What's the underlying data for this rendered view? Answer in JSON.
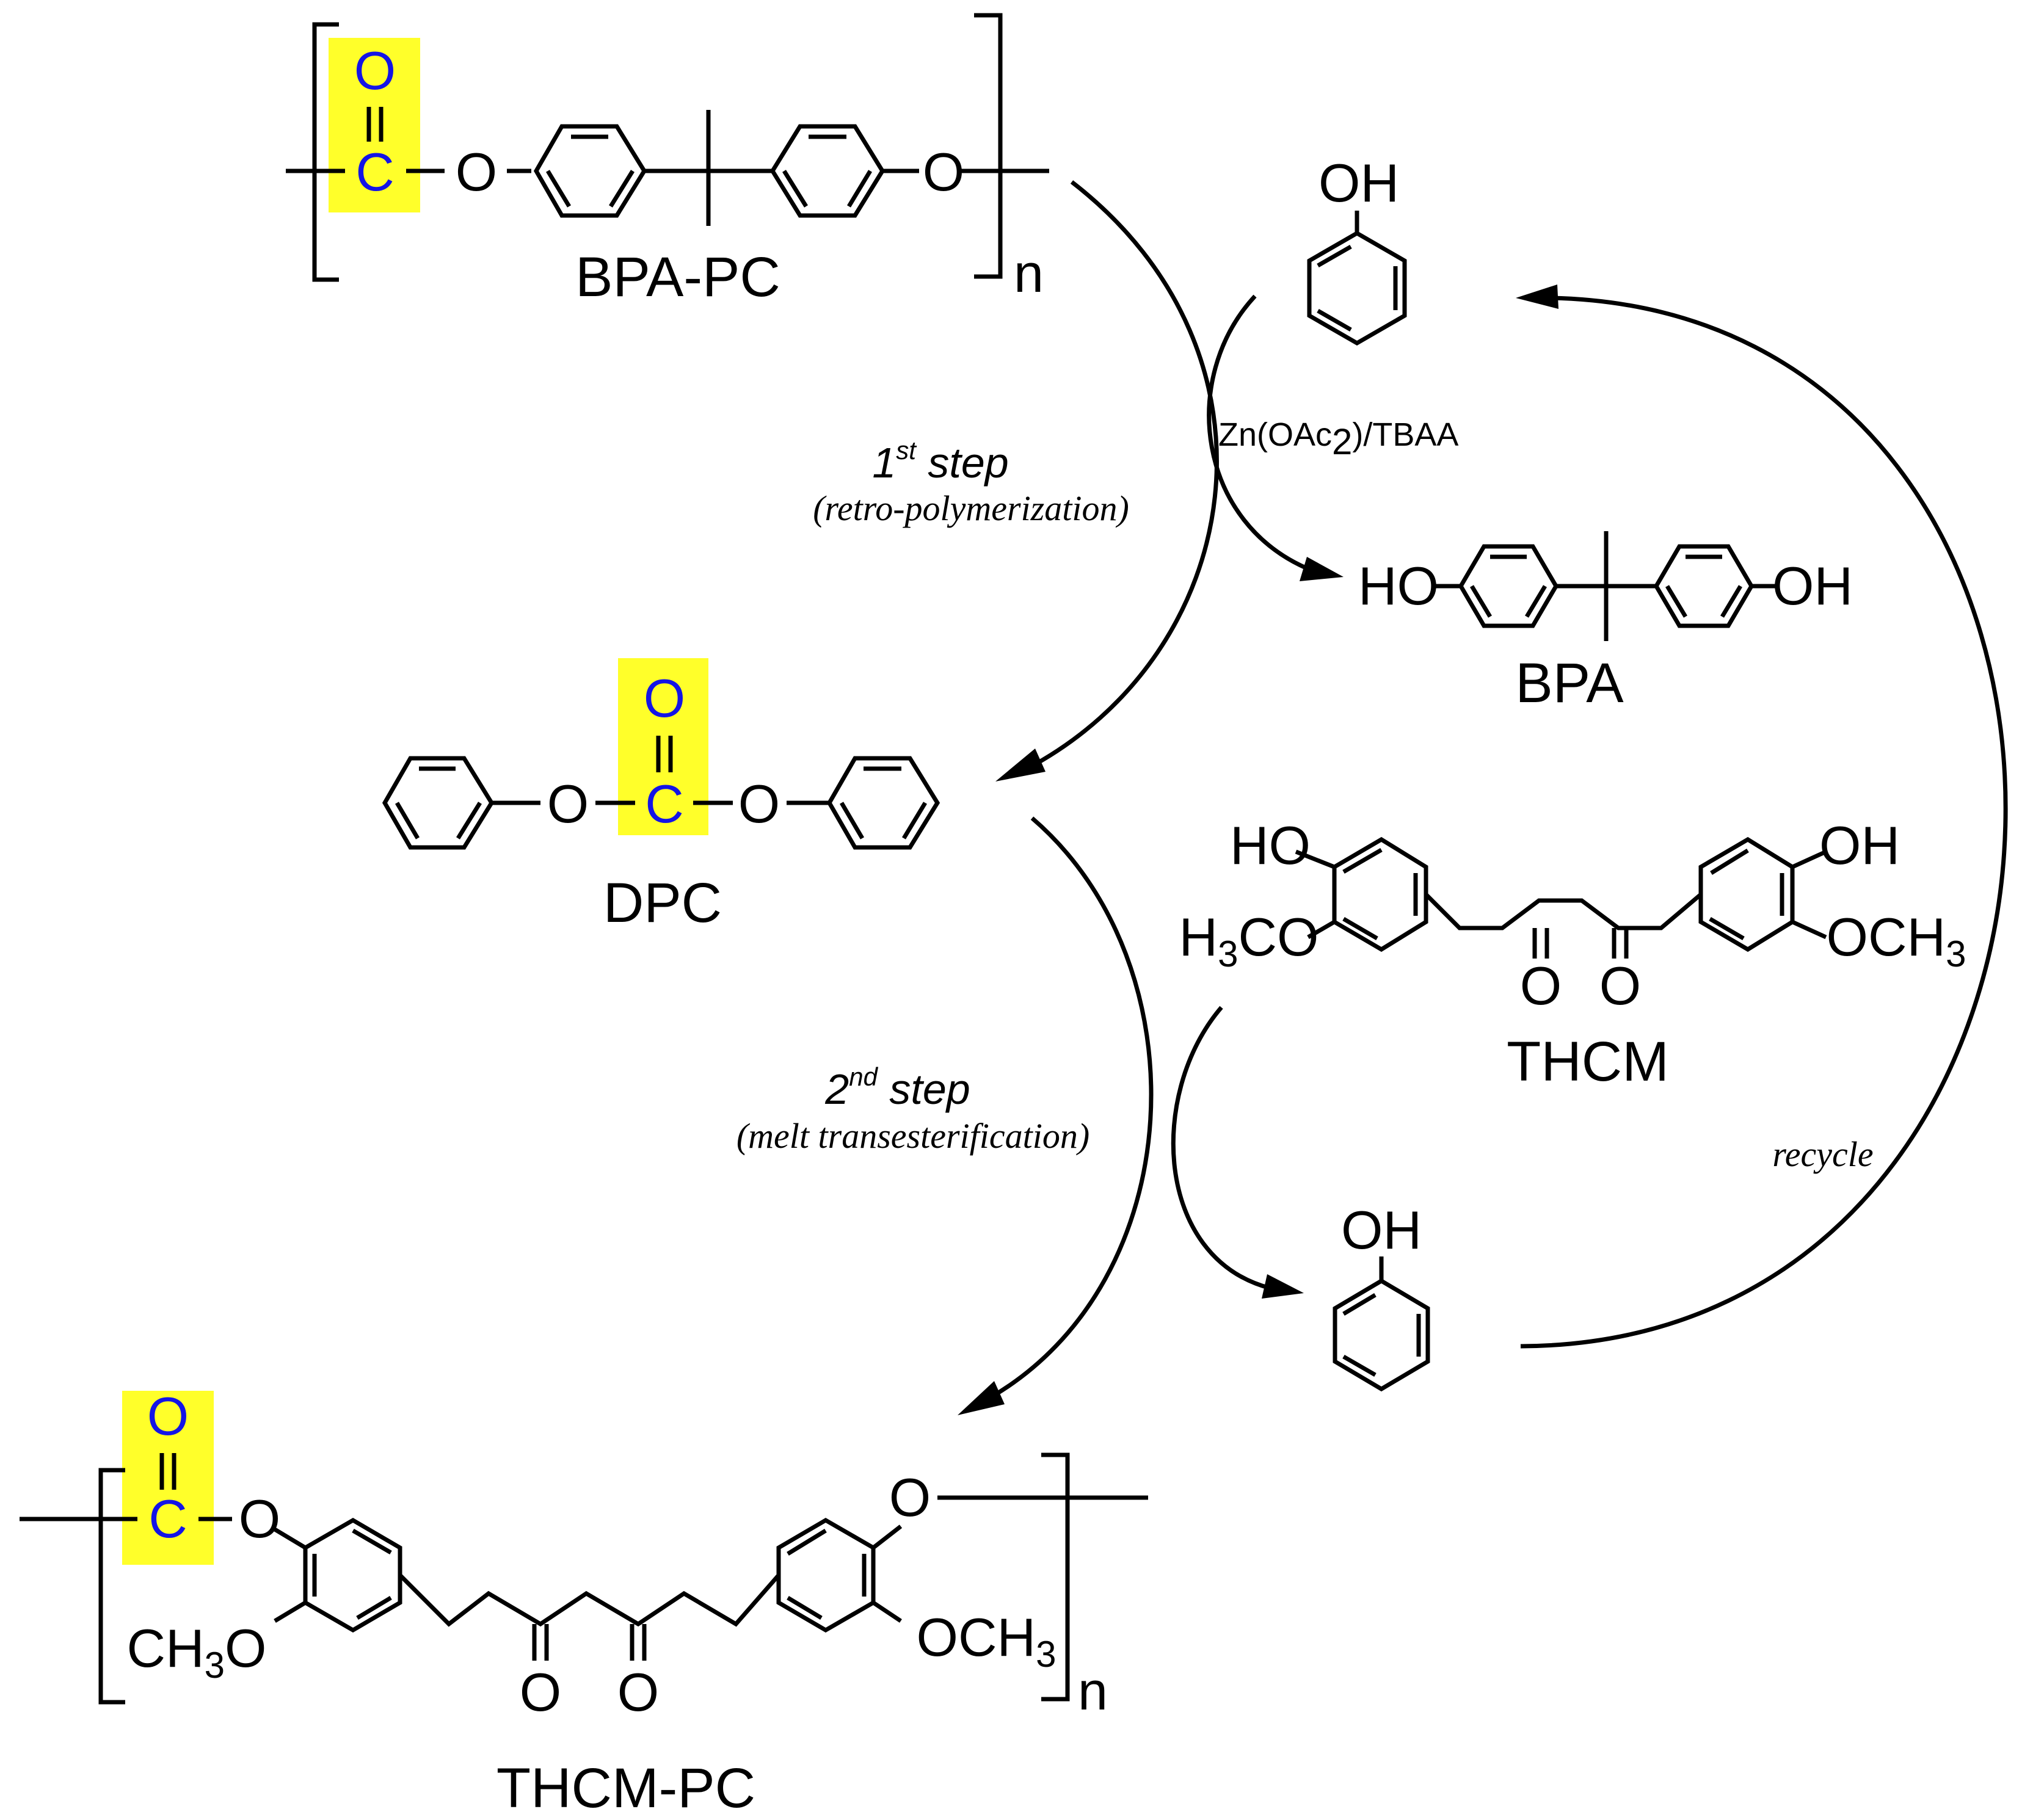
{
  "labels": {
    "bpa_pc": "BPA-PC",
    "bpa": "BPA",
    "dpc": "DPC",
    "thcm": "THCM",
    "thcm_pc": "THCM-PC"
  },
  "steps": {
    "first_num": "1",
    "first_sup": "st",
    "first_word": " step",
    "first_condition": "(retro-polymerization)",
    "second_num": "2",
    "second_sup": "nd",
    "second_word": " step",
    "second_condition": "(melt transesterification)",
    "recycle": "recycle"
  },
  "reagent": {
    "part1": "Zn(OAc",
    "sub": "2",
    "part2": ")/TBAA"
  },
  "atoms": {
    "O": "O",
    "C": "C",
    "OH": "OH",
    "HO": "HO",
    "n": "n",
    "H": "H",
    "three": "3",
    "CO": "CO",
    "OCH": "OCH",
    "CH": "CH"
  },
  "colors": {
    "highlight": "#ffff2a",
    "carbonyl": "#1414e6"
  }
}
